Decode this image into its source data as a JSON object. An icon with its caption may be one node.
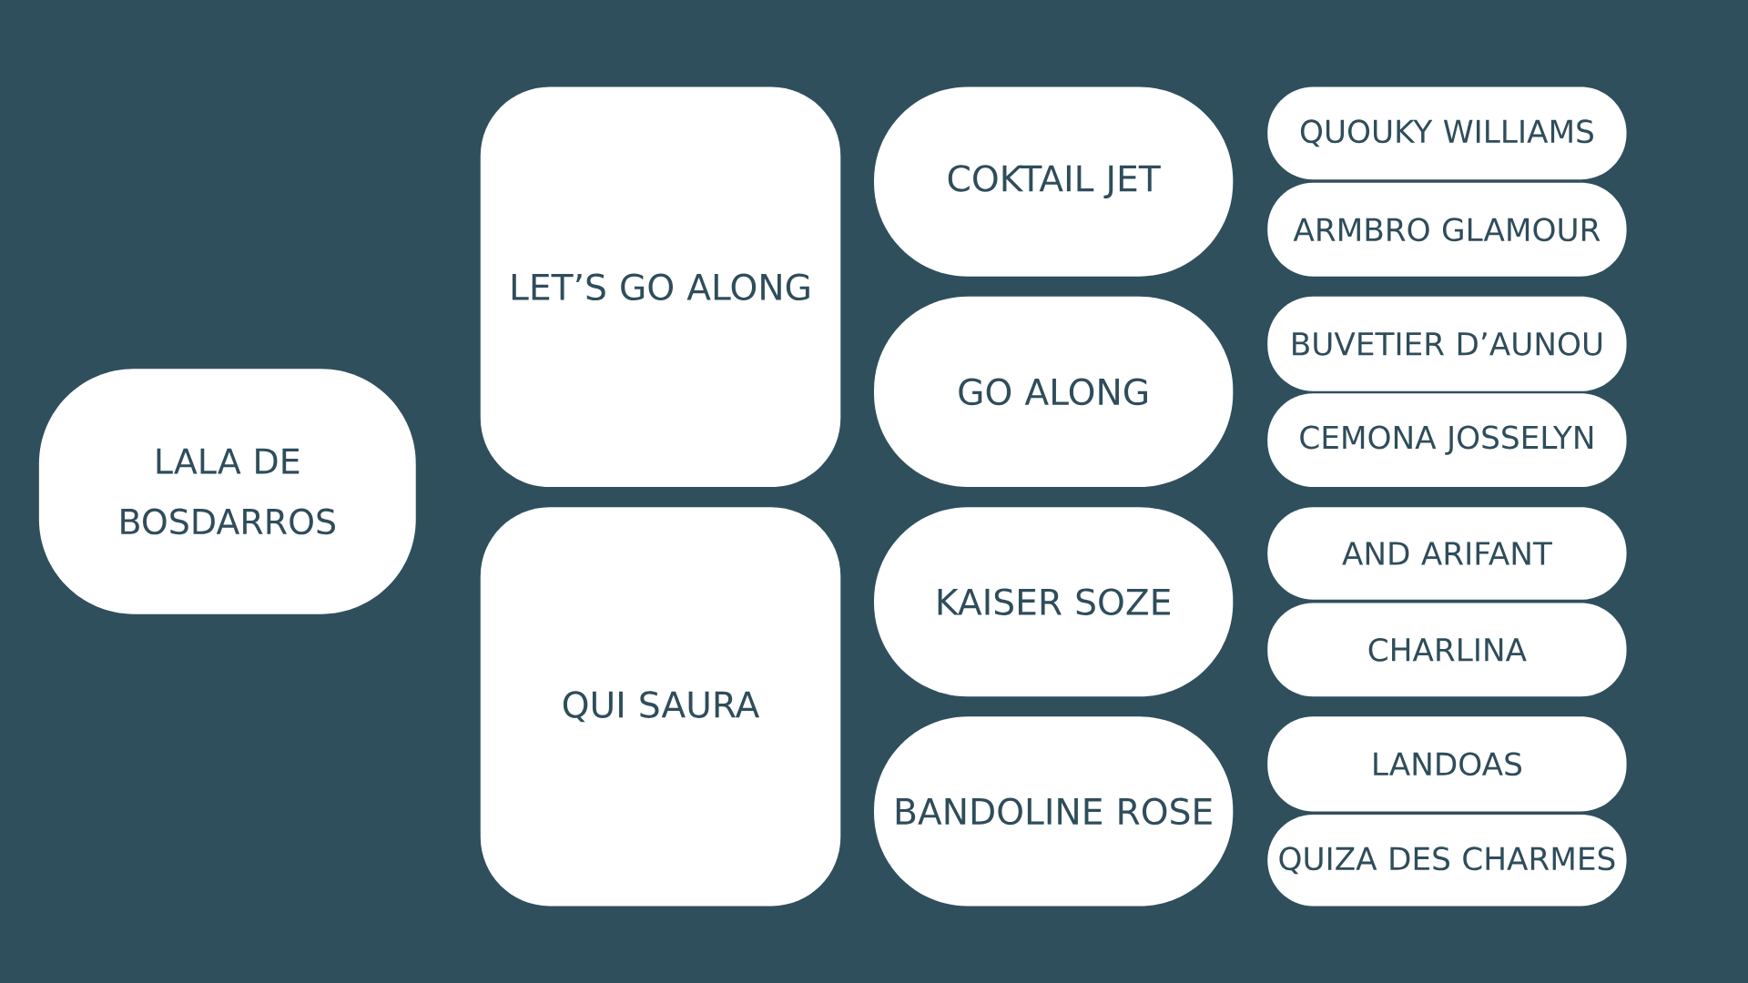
{
  "diagram": {
    "nodes": [
      {
        "text": [
          "LALA DE BOSDARROS"
        ]
      },
      {
        "text": [
          "LET’S GO ALONG"
        ]
      },
      {
        "text": [
          "COKTAIL JET"
        ]
      },
      {
        "text": [
          "QUOUKY WILLIAMS"
        ]
      },
      {
        "text": [
          "ARMBRO GLAMOUR"
        ]
      },
      {
        "text": [
          "GO ALONG"
        ]
      },
      {
        "text": [
          "BUVETIER D’AUNOU"
        ]
      },
      {
        "text": [
          "CEMONA JOSSELYN"
        ]
      },
      {
        "text": [
          "QUI SAURA"
        ]
      },
      {
        "text": [
          "KAISER SOZE"
        ]
      },
      {
        "text": [
          "AND ARIFANT"
        ]
      },
      {
        "text": [
          "CHARLINA"
        ]
      },
      {
        "text": [
          "BANDOLINE ROSE"
        ]
      },
      {
        "text": [
          "LANDOAS"
        ]
      },
      {
        "text": [
          "QUIZA DES CHARMES"
        ]
      }
    ]
  }
}
